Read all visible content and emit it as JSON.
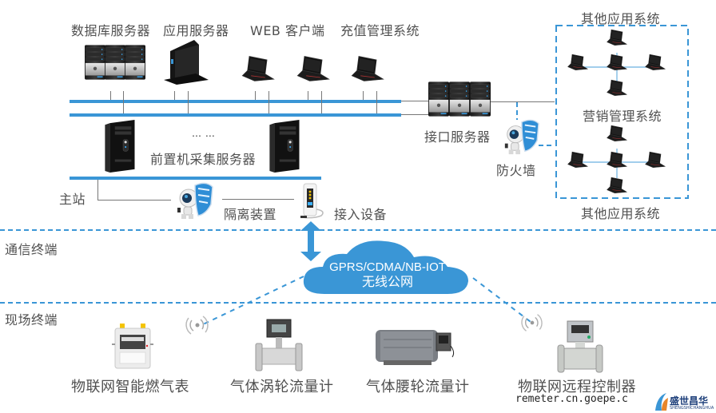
{
  "top_labels": {
    "db_server": "数据库服务器",
    "app_server": "应用服务器",
    "web_client": "WEB 客户端",
    "recharge_system": "充值管理系统"
  },
  "front_servers": {
    "ellipsis": "… …",
    "label": "前置机采集服务器"
  },
  "main_station": "主站",
  "isolation_device": "隔离装置",
  "access_device": "接入设备",
  "interface_server": "接口服务器",
  "firewall": "防火墙",
  "right_panel": {
    "top_label": "其他应用系统",
    "middle_label": "营销管理系统",
    "bottom_label": "其他应用系统"
  },
  "zones": {
    "comm_terminal": "通信终端",
    "field_terminal": "现场终端"
  },
  "cloud": {
    "line1": "GPRS/CDMA/NB-IOT",
    "line2": "无线公网"
  },
  "devices": [
    {
      "label": "物联网智能燃气表"
    },
    {
      "label": "气体涡轮流量计"
    },
    {
      "label": "气体腰轮流量计"
    },
    {
      "label": "物联网远程控制器"
    }
  ],
  "watermark": {
    "url": "remeter.cn.goepe.c",
    "brand": "盛世昌华",
    "brand_sub": "SHENGSHICHANGHUA"
  },
  "colors": {
    "accent_blue": "#3a96d6",
    "text_gray": "#505050"
  }
}
